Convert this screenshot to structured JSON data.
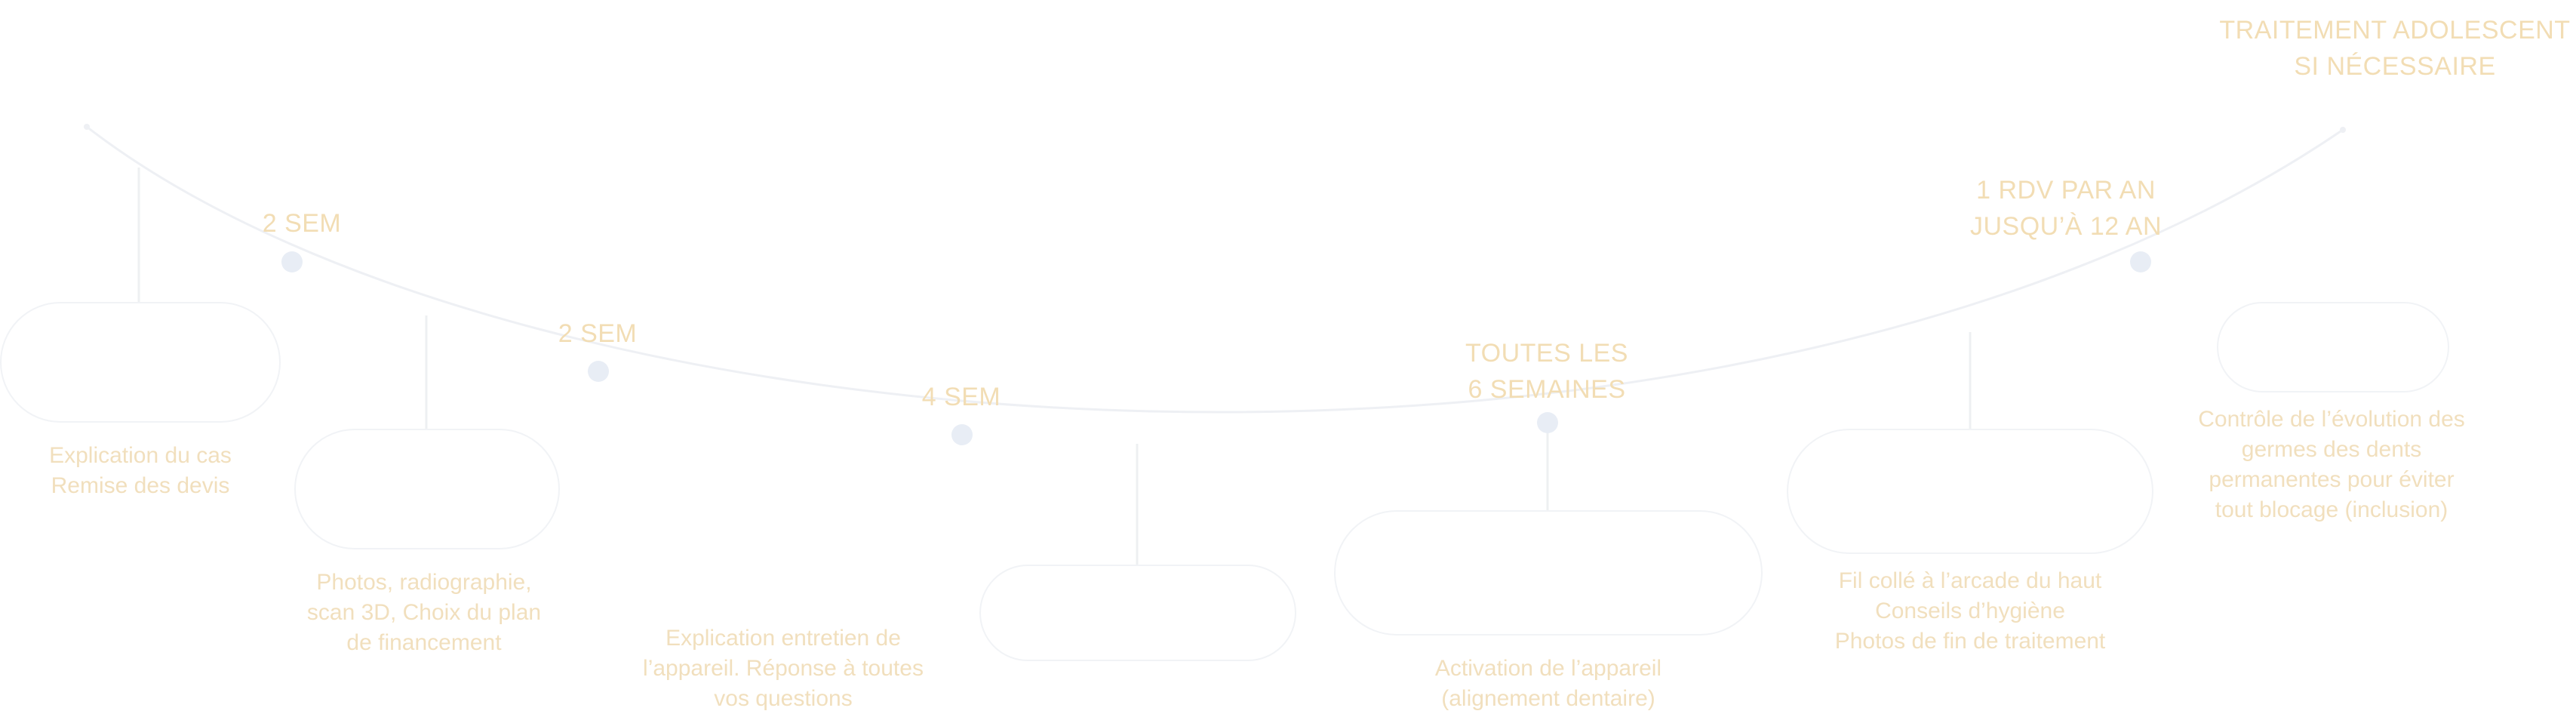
{
  "colors": {
    "curve": "#eef0f4",
    "dot": "#e8edf5",
    "connector": "#eef0f2",
    "interval_text": "#f2ddb4",
    "description_text": "#f1dfbd",
    "pill_border": "#f1f3f6"
  },
  "steps": [
    {
      "interval": "",
      "description": "Explication du cas\nRemise des devis"
    },
    {
      "interval": "2 SEM",
      "description": "Photos, radiographie,\nscan 3D, Choix du plan\nde financement"
    },
    {
      "interval": "2 SEM",
      "description": "Explication entretien de\nl’appareil. Réponse à toutes\nvos questions"
    },
    {
      "interval": "4 SEM",
      "description": ""
    },
    {
      "interval": "TOUTES LES\n6 SEMAINES",
      "description": "Activation de l’appareil\n(alignement dentaire)"
    },
    {
      "interval": "1 RDV PAR AN\nJUSQU’À 12 AN",
      "description": "Fil collé à l’arcade du haut\nConseils d’hygiène\nPhotos de fin de traitement"
    },
    {
      "interval": "TRAITEMENT ADOLESCENT\nSI NÉCESSAIRE",
      "description": "Contrôle de l’évolution des\ngermes des dents\npermanentes pour éviter\ntout blocage (inclusion)"
    }
  ]
}
